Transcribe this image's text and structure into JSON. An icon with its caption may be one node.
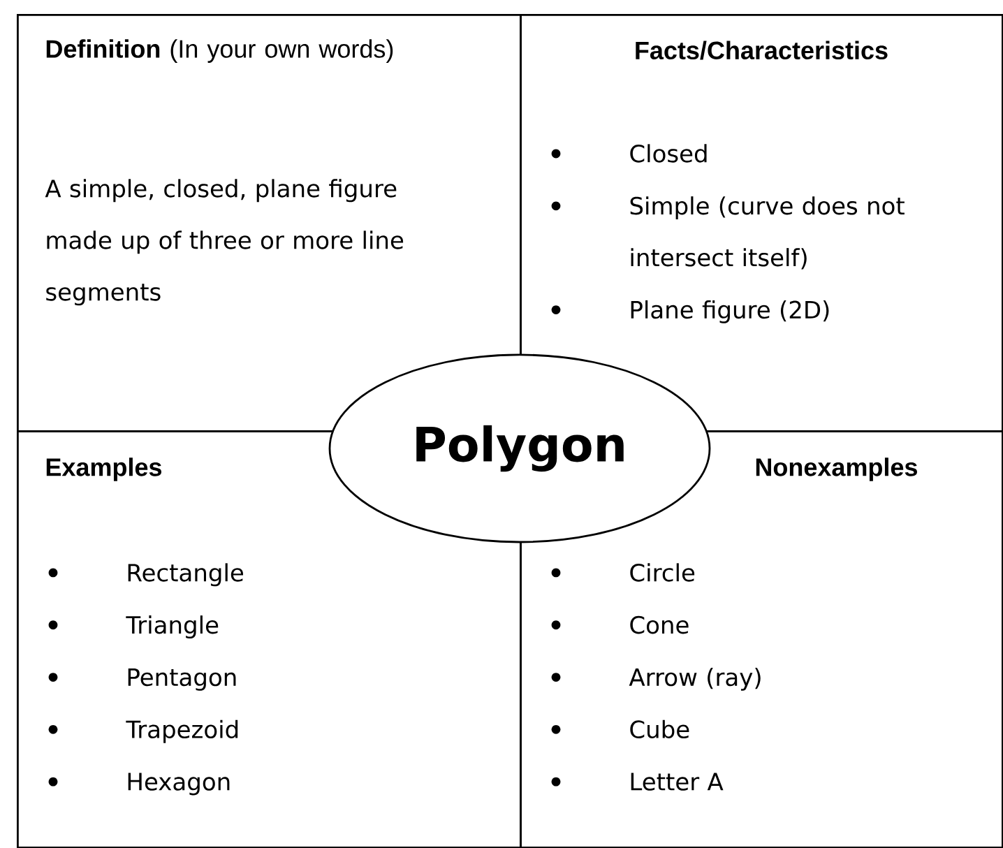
{
  "diagram": {
    "nodes": [
      {
        "text": [
          "**Definition** (In your own words)",
          "A simple, closed, plane figure made up of three or more line segments"
        ]
      },
      {
        "text": [
          "Facts/Characteristics",
          "Closed",
          "Simple (curve does not intersect itself)",
          "Plane figure (2D)"
        ]
      },
      {
        "text": [
          "Examples",
          "Rectangle",
          "Triangle",
          "Pentagon",
          "Trapezoid",
          "Hexagon"
        ]
      },
      {
        "text": [
          "Nonexamples",
          "Circle",
          "Cone",
          "Arrow (ray)",
          "Cube",
          "Letter A"
        ]
      },
      {
        "text": [
          "Polygon"
        ]
      }
    ]
  }
}
